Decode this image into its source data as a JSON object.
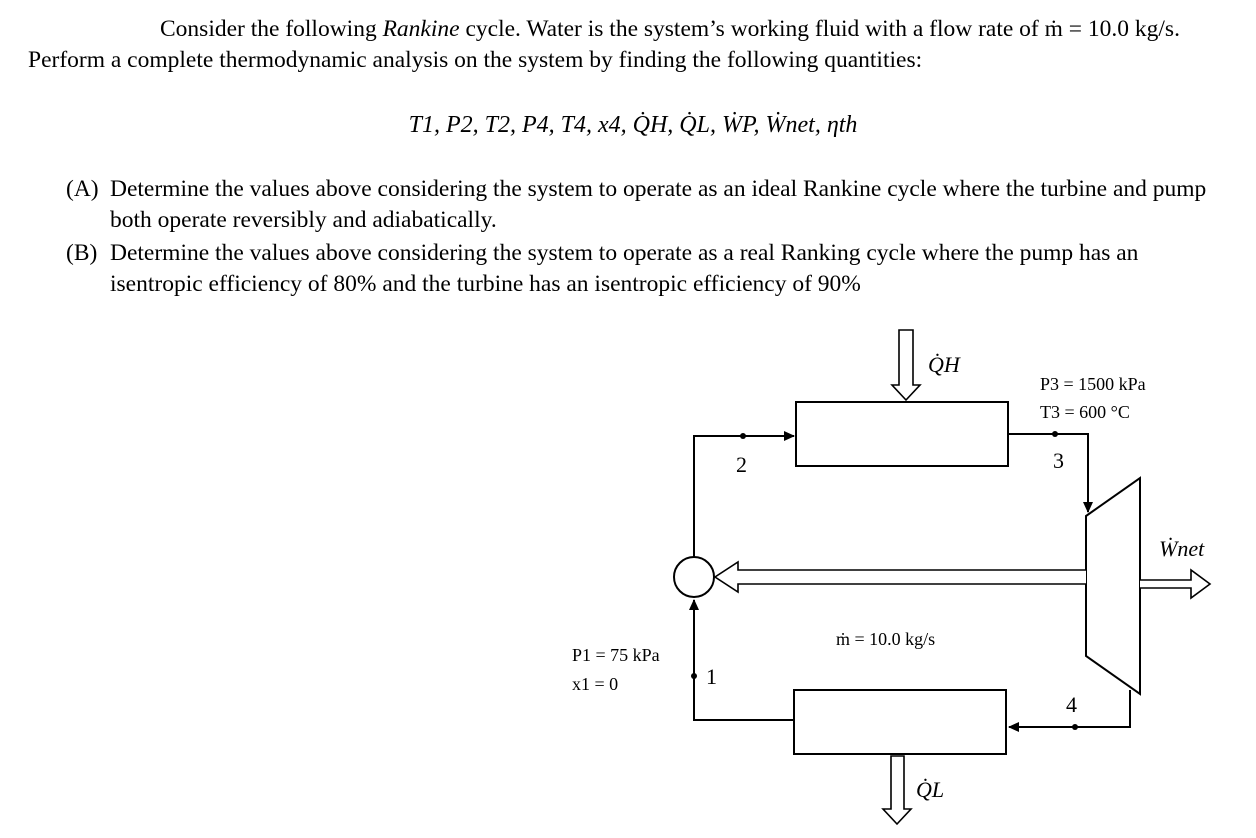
{
  "problem": {
    "intro_1": "Consider the following ",
    "intro_italic": "Rankine",
    "intro_2": " cycle. Water is the system’s working fluid with a flow rate of ṁ = 10.0 kg/s. Perform a complete thermodynamic analysis on the system by finding the following quantities:",
    "quantities": "T1, P2, T2, P4, T4, x4, Q̇H, Q̇L, ẆP, Ẇnet, ηth",
    "parts": [
      {
        "label": "(A)",
        "text": "Determine the values above considering the system to operate as an ideal Rankine cycle where the turbine and pump both operate reversibly and adiabatically."
      },
      {
        "label": "(B)",
        "text": "Determine the values above considering the system to operate as a real Ranking cycle where the pump has an isentropic efficiency of 80% and the turbine has an isentropic efficiency of 90%"
      }
    ]
  },
  "diagram": {
    "qh_label": "Q̇H",
    "ql_label": "Q̇L",
    "wnet_label": "Ẇnet",
    "state3_pressure": "P3 = 1500 kPa",
    "state3_temperature": "T3 = 600 °C",
    "state1_pressure": "P1 = 75 kPa",
    "state1_quality": "x1 = 0",
    "mass_flow": "ṁ = 10.0 kg/s",
    "node_labels": [
      "1",
      "2",
      "3",
      "4"
    ]
  }
}
